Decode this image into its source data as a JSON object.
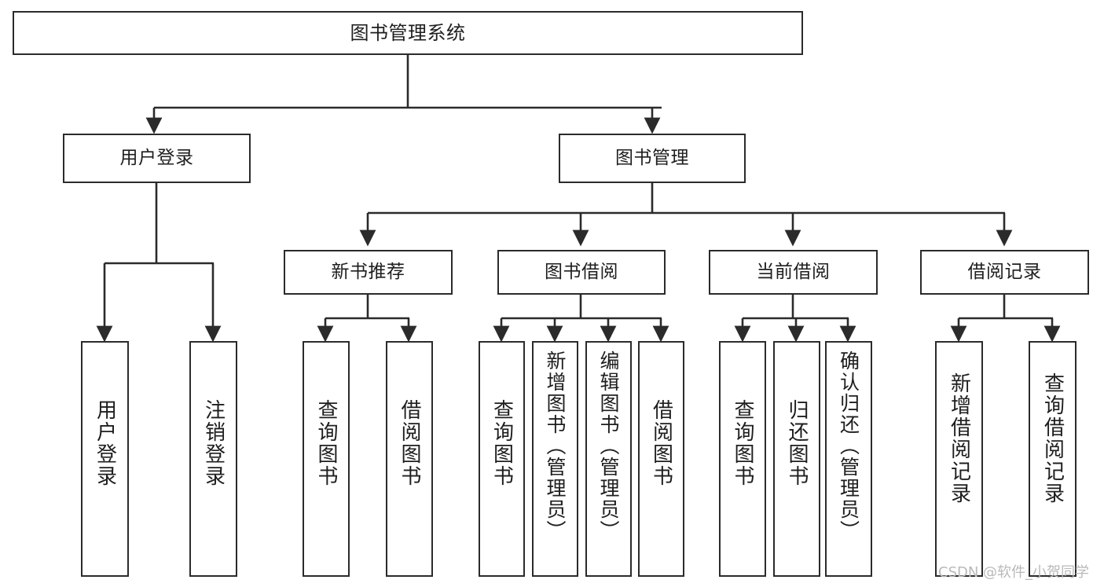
{
  "diagram": {
    "type": "tree-hierarchy-chart",
    "title": "图书管理系统",
    "stroke_color": "#2b2b2b",
    "text_color": "#1e1e1e",
    "background_color": "#ffffff",
    "watermark": "CSDN @软件_小贺同学",
    "watermark_color": "#b9b9b9",
    "levels": 4
  },
  "nodes": {
    "root": {
      "label": "图书管理系统"
    },
    "level1": [
      {
        "id": "user-login",
        "label": "用户登录"
      },
      {
        "id": "book-management",
        "label": "图书管理"
      }
    ],
    "level2": [
      {
        "id": "new-book-recommend",
        "label": "新书推荐"
      },
      {
        "id": "book-borrow",
        "label": "图书借阅"
      },
      {
        "id": "current-borrow",
        "label": "当前借阅"
      },
      {
        "id": "borrow-record",
        "label": "借阅记录"
      }
    ],
    "leaves": [
      {
        "id": "leaf-user-login",
        "label": "用户登录",
        "parent": "user-login"
      },
      {
        "id": "leaf-logout-login",
        "label": "注销登录",
        "parent": "user-login"
      },
      {
        "id": "leaf-query-book-1",
        "label": "查询图书",
        "parent": "new-book-recommend"
      },
      {
        "id": "leaf-borrow-book-1",
        "label": "借阅图书",
        "parent": "new-book-recommend"
      },
      {
        "id": "leaf-query-book-2",
        "label": "查询图书",
        "parent": "book-borrow"
      },
      {
        "id": "leaf-add-book",
        "label": "新增图书（管理员）",
        "parent": "book-borrow"
      },
      {
        "id": "leaf-edit-book",
        "label": "编辑图书（管理员）",
        "parent": "book-borrow"
      },
      {
        "id": "leaf-borrow-book-2",
        "label": "借阅图书",
        "parent": "book-borrow"
      },
      {
        "id": "leaf-query-book-3",
        "label": "查询图书",
        "parent": "current-borrow"
      },
      {
        "id": "leaf-return-book",
        "label": "归还图书",
        "parent": "current-borrow"
      },
      {
        "id": "leaf-confirm-return",
        "label": "确认归还（管理员）",
        "parent": "current-borrow"
      },
      {
        "id": "leaf-add-record",
        "label": "新增借阅记录",
        "parent": "borrow-record"
      },
      {
        "id": "leaf-query-record",
        "label": "查询借阅记录",
        "parent": "borrow-record"
      }
    ]
  }
}
